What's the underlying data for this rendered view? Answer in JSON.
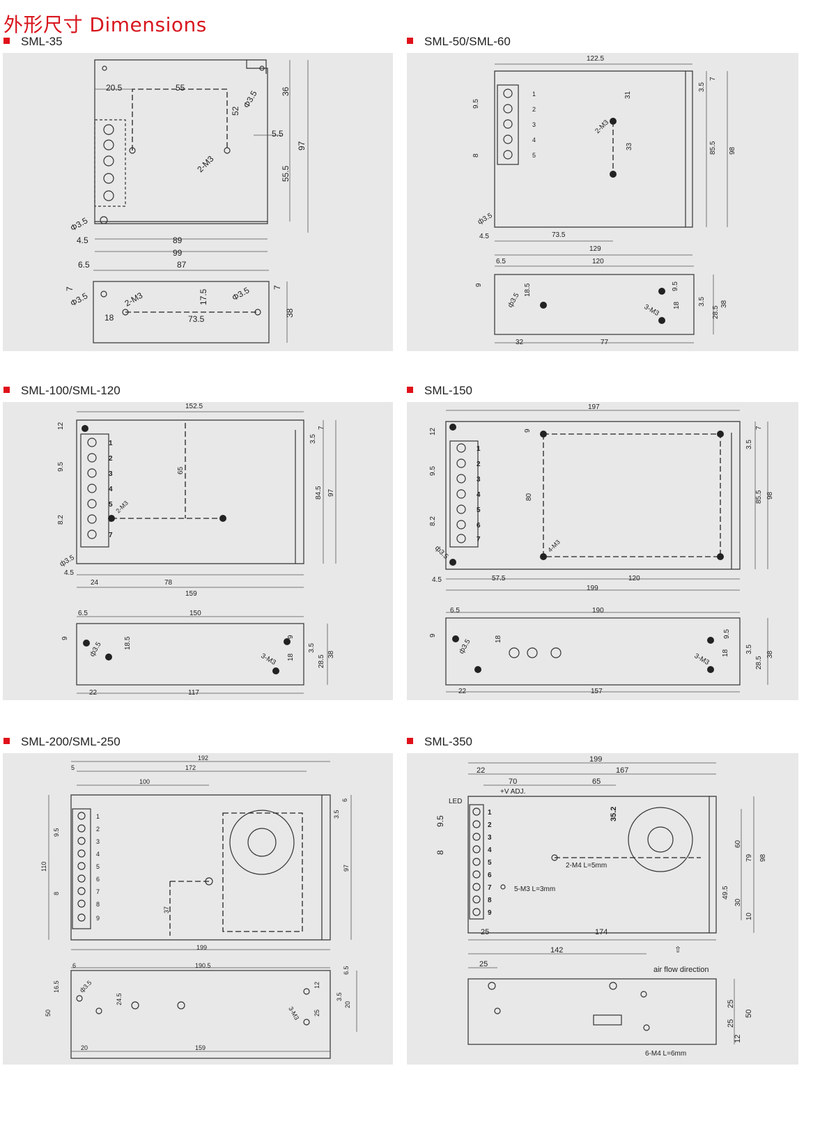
{
  "page": {
    "title": "外形尺寸 Dimensions"
  },
  "sections": [
    {
      "label": "SML-35",
      "dims": [
        "20.5",
        "55",
        "52",
        "Φ3.5",
        "2-M3",
        "36",
        "97",
        "5.5",
        "55.5",
        "Φ3.5",
        "4.5",
        "89",
        "99",
        "6.5",
        "87",
        "7",
        "Φ3.5",
        "2-M3",
        "17.5",
        "Φ3.5",
        "7",
        "38",
        "18",
        "73.5"
      ]
    },
    {
      "label": "SML-50/SML-60",
      "dims": [
        "122.5",
        "9.5",
        "8",
        "31",
        "2-M3",
        "33",
        "1",
        "2",
        "3",
        "4",
        "5",
        "3.5",
        "7",
        "85.5",
        "98",
        "ф3.5",
        "4.5",
        "73.5",
        "129",
        "6.5",
        "120",
        "9",
        "ф3.5",
        "18.5",
        "9.5",
        "3-M3",
        "18",
        "3.5",
        "28.5",
        "38",
        "32",
        "77"
      ]
    },
    {
      "label": "SML-100/SML-120",
      "dims": [
        "152.5",
        "12",
        "9.5",
        "8.2",
        "65",
        "1",
        "2",
        "3",
        "4",
        "5",
        "6",
        "7",
        "2-M3",
        "3.5",
        "7",
        "84.5",
        "97",
        "ф3.5",
        "4.5",
        "24",
        "78",
        "159",
        "6.5",
        "150",
        "9",
        "ф3.5",
        "18.5",
        "9",
        "3-M3",
        "18",
        "3.5",
        "28.5",
        "38",
        "22",
        "117"
      ]
    },
    {
      "label": "SML-150",
      "dims": [
        "197",
        "12",
        "9",
        "9.5",
        "8.2",
        "80",
        "1",
        "2",
        "3",
        "4",
        "5",
        "6",
        "7",
        "4-M3",
        "3.5",
        "7",
        "85.5",
        "98",
        "ф3.5",
        "4.5",
        "57.5",
        "120",
        "199",
        "6.5",
        "190",
        "9",
        "ф3.5",
        "18",
        "9.5",
        "3-M3",
        "18",
        "3.5",
        "28.5",
        "38",
        "22",
        "157"
      ]
    },
    {
      "label": "SML-200/SML-250",
      "dims": [
        "192",
        "5",
        "172",
        "100",
        "110",
        "9.5",
        "8",
        "1",
        "2",
        "3",
        "4",
        "5",
        "6",
        "7",
        "8",
        "9",
        "37",
        "6",
        "3.5",
        "97",
        "199",
        "6",
        "190.5",
        "6.5",
        "16.5",
        "ф3.5",
        "24.5",
        "12",
        "3-M3",
        "3.5",
        "25",
        "20",
        "50",
        "20",
        "159"
      ]
    },
    {
      "label": "SML-350",
      "dims": [
        "199",
        "22",
        "167",
        "70",
        "65",
        "+V ADJ.",
        "LED",
        "9.5",
        "8",
        "35.2",
        "1",
        "2",
        "3",
        "4",
        "5",
        "6",
        "7",
        "8",
        "9",
        "2-M4 L=5mm",
        "5-M3 L=3mm",
        "60",
        "79",
        "98",
        "49.5",
        "30",
        "10",
        "25",
        "174",
        "142",
        "25",
        "air flow direction",
        "25",
        "25",
        "50",
        "12",
        "6-M4 L=6mm"
      ]
    }
  ]
}
